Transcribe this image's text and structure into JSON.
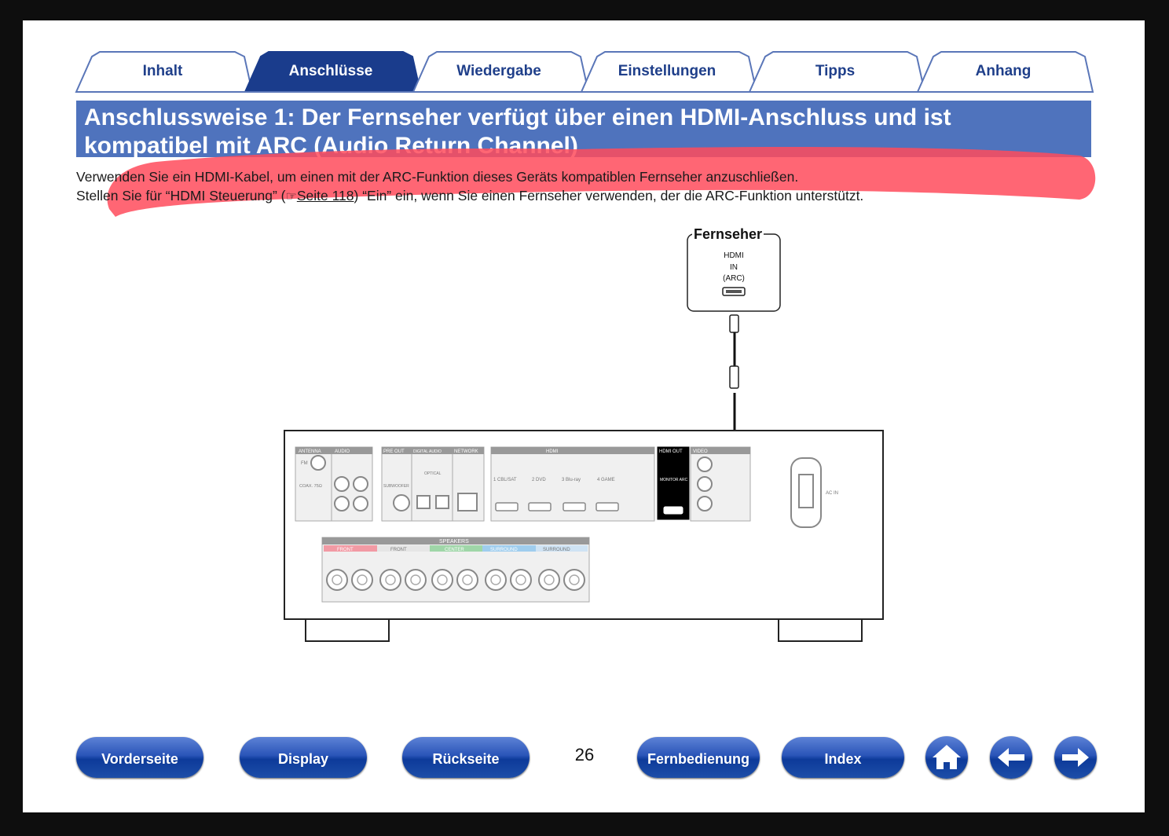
{
  "tabs": [
    {
      "label": "Inhalt",
      "active": false
    },
    {
      "label": "Anschlüsse",
      "active": true
    },
    {
      "label": "Wiedergabe",
      "active": false
    },
    {
      "label": "Einstellungen",
      "active": false
    },
    {
      "label": "Tipps",
      "active": false
    },
    {
      "label": "Anhang",
      "active": false
    }
  ],
  "title": {
    "line1": "Anschlussweise 1: Der Fernseher verfügt über einen HDMI-Anschluss und ist",
    "line2": "kompatibel mit ARC (Audio Return Channel)"
  },
  "intro": {
    "line1": "Verwenden Sie ein HDMI-Kabel, um einen mit der ARC-Funktion dieses Geräts kompatiblen Fernseher anzuschließen.",
    "line2_a": "Stellen Sie für “HDMI Steuerung” (",
    "line2_link": "Seite 118",
    "line2_b": ") “Ein” ein, wenn Sie einen Fernseher verwenden, der die ARC-Funktion unterstützt."
  },
  "diagram": {
    "tv_label": "Fernseher",
    "tv_port": [
      "HDMI",
      "IN",
      "(ARC)"
    ],
    "receiver_labels": {
      "antenna": "ANTENNA",
      "fm": "FM",
      "coax": "COAX. 75Ω",
      "audio": "AUDIO",
      "pre_out": "PRE OUT",
      "subwoofer": "SUBWOOFER",
      "digital_audio": "DIGITAL AUDIO",
      "optical": "OPTICAL",
      "network": "NETWORK",
      "hdmi": "HDMI",
      "hdmi_inputs": [
        "1 CBL/SAT",
        "2 DVD",
        "3 Blu-ray",
        "4 GAME"
      ],
      "hdmi_out": "HDMI OUT",
      "monitor_arc": "MONITOR ARC",
      "video": "VIDEO",
      "speakers": "SPEAKERS",
      "speaker_groups": [
        "FRONT",
        "FRONT",
        "CENTER",
        "SURROUND",
        "SURROUND"
      ],
      "ac_in": "AC IN"
    }
  },
  "page_number": "26",
  "nav": {
    "vorderseite": "Vorderseite",
    "display": "Display",
    "rueckseite": "Rückseite",
    "fernbedienung": "Fernbedienung",
    "index": "Index"
  },
  "colors": {
    "accent": "#4f73bd",
    "tab_text": "#1f3f8a",
    "highlight": "#ff4b5c",
    "button": "#2a55b8"
  },
  "icons": [
    "home-icon",
    "arrow-left-icon",
    "arrow-right-icon",
    "hand-pointer-icon"
  ]
}
